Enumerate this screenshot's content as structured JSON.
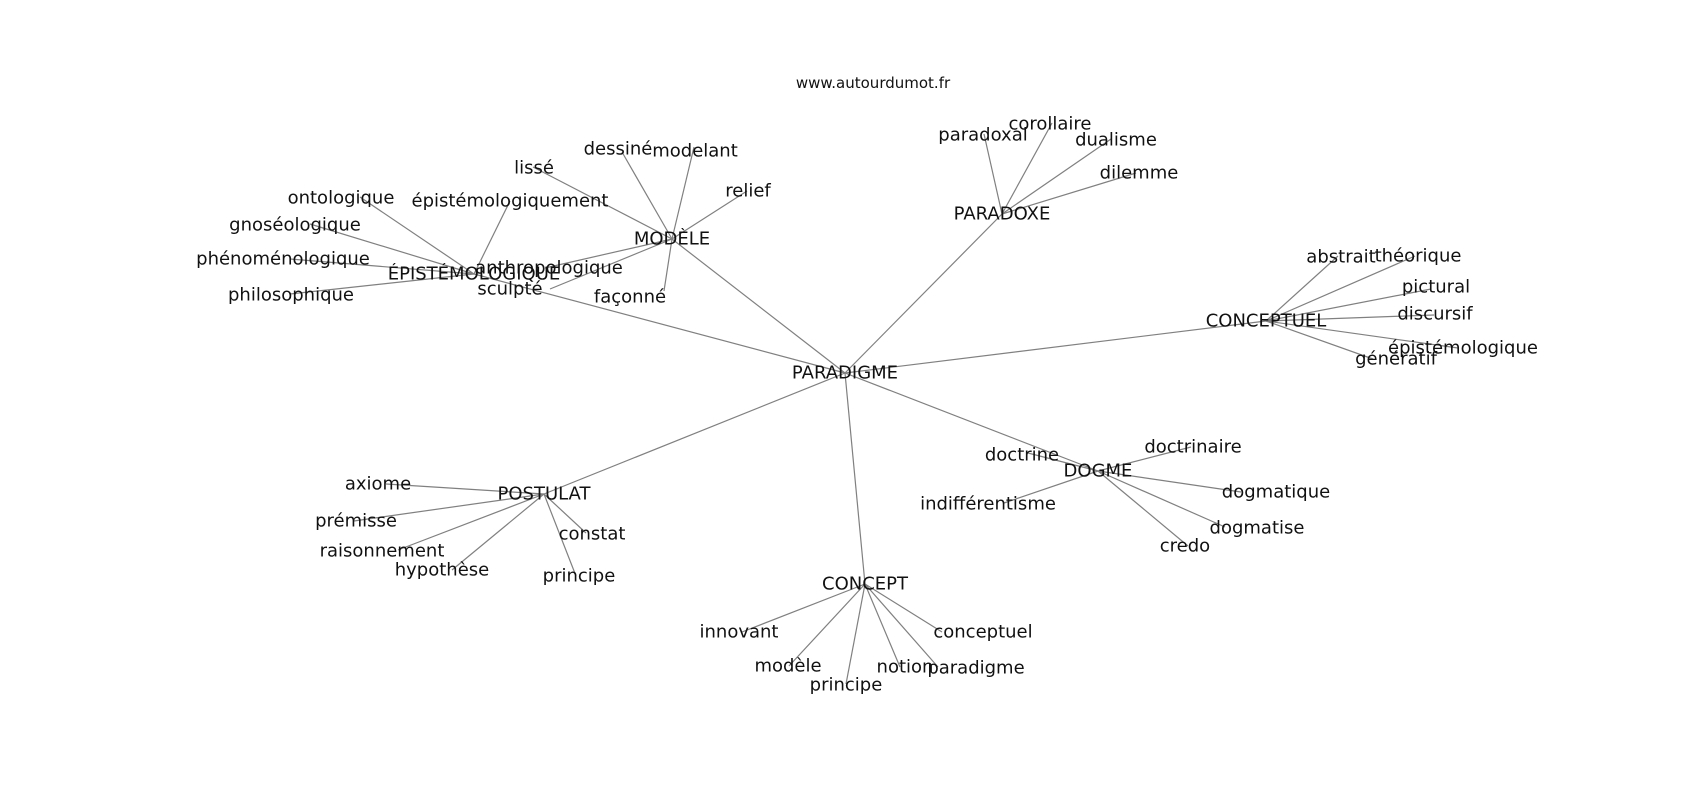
{
  "source": "www.autourdumot.fr",
  "graph": {
    "center": "PARADIGME",
    "colors": {
      "edge": "#808080",
      "text": "#111111",
      "background": "#ffffff"
    },
    "clusters": [
      {
        "hub": "MODÈLE",
        "leaves": [
          "dessiné",
          "modelant",
          "lissé",
          "relief",
          "façonné",
          "anthropologique",
          "sculpté"
        ]
      },
      {
        "hub": "PARADOXE",
        "leaves": [
          "paradoxal",
          "corollaire",
          "dualisme",
          "dilemme"
        ]
      },
      {
        "hub": "ÉPISTÉMOLOGIQUE",
        "leaves": [
          "ontologique",
          "épistémologiquement",
          "gnoséologique",
          "phénoménologique",
          "philosophique"
        ]
      },
      {
        "hub": "CONCEPTUEL",
        "leaves": [
          "abstrait",
          "théorique",
          "pictural",
          "discursif",
          "épistémologique",
          "génératif"
        ]
      },
      {
        "hub": "POSTULAT",
        "leaves": [
          "axiome",
          "prémisse",
          "raisonnement",
          "hypothèse",
          "constat",
          "principe"
        ]
      },
      {
        "hub": "DOGME",
        "leaves": [
          "doctrine",
          "doctrinaire",
          "indifférentisme",
          "dogmatique",
          "dogmatise",
          "credo"
        ]
      },
      {
        "hub": "CONCEPT",
        "leaves": [
          "innovant",
          "modèle",
          "principe",
          "notion",
          "paradigme",
          "conceptuel"
        ]
      }
    ]
  }
}
